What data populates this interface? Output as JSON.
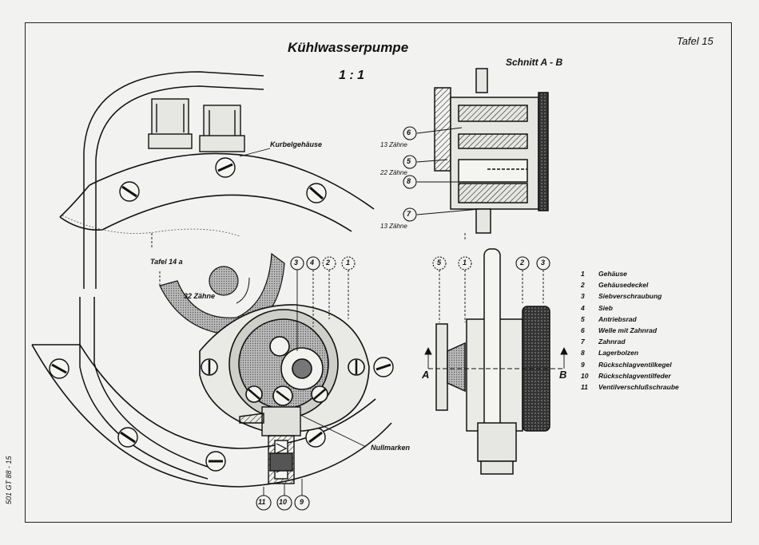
{
  "sheet": {
    "title": "Kühlwasserpumpe",
    "scale": "1 : 1",
    "plate": "Tafel 15",
    "margin_code": "501 GT 88 - 15"
  },
  "section_view": {
    "title": "Schnitt A - B",
    "callouts": [
      {
        "number": "6",
        "note": "13 Zähne"
      },
      {
        "number": "5",
        "note": "22 Zähne"
      },
      {
        "number": "8",
        "note": ""
      },
      {
        "number": "7",
        "note": "13 Zähne"
      }
    ]
  },
  "main_view": {
    "labels": {
      "crankcase": "Kurbelgehäuse",
      "ref_plate": "Tafel 14 a",
      "gear_teeth": "32 Zähne",
      "zero_marks": "Nullmarken"
    },
    "top_callouts": [
      "3",
      "4",
      "2",
      "1"
    ],
    "bottom_callouts": [
      "11",
      "10",
      "9"
    ]
  },
  "side_view": {
    "top_callouts_left": [
      "5",
      "1"
    ],
    "top_callouts_right": [
      "2",
      "3"
    ],
    "section_marks": [
      "A",
      "B"
    ]
  },
  "legend": [
    {
      "number": "1",
      "text": "Gehäuse"
    },
    {
      "number": "2",
      "text": "Gehäusedeckel"
    },
    {
      "number": "3",
      "text": "Siebverschraubung"
    },
    {
      "number": "4",
      "text": "Sieb"
    },
    {
      "number": "5",
      "text": "Antriebsrad"
    },
    {
      "number": "6",
      "text": "Welle mit Zahnrad"
    },
    {
      "number": "7",
      "text": "Zahnrad"
    },
    {
      "number": "8",
      "text": "Lagerbolzen"
    },
    {
      "number": "9",
      "text": "Rückschlagventilkegel"
    },
    {
      "number": "10",
      "text": "Rückschlagventilfeder"
    },
    {
      "number": "11",
      "text": "Ventilverschlußschraube"
    }
  ]
}
